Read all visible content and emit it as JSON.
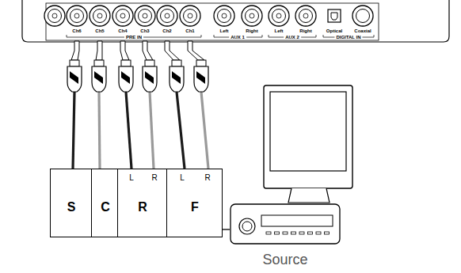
{
  "diagram": {
    "nodes": [
      {
        "text": [
          "S"
        ]
      },
      {
        "text": [
          "C"
        ]
      },
      {
        "text": [
          "L",
          "R",
          "R"
        ]
      },
      {
        "text": [
          "L",
          "R",
          "F"
        ]
      },
      {
        "text": [
          "Source"
        ]
      }
    ],
    "edges": [
      {
        "from": 3,
        "to": 4,
        "arrow": "none"
      }
    ],
    "labels": [
      "Ch6",
      "Ch5",
      "Ch4",
      "Ch3",
      "Ch2",
      "Ch1",
      "PRE IN",
      "Left",
      "Right",
      "AUX 1",
      "Left",
      "Right",
      "AUX 2",
      "Optical",
      "Coaxial",
      "DIGITAL IN"
    ]
  }
}
